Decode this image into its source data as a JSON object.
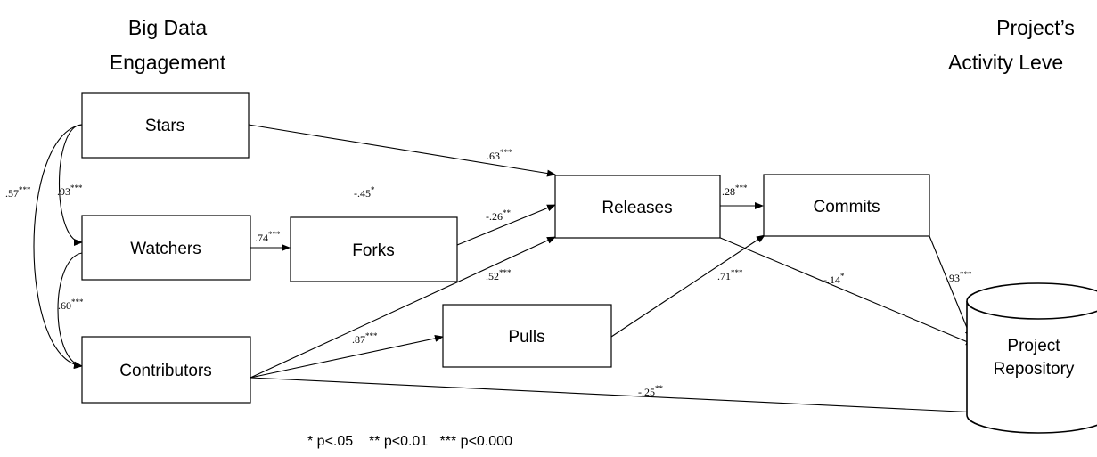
{
  "headers": {
    "left_line1": "Big Data",
    "left_line2": "Engagement",
    "right_line1": "Project’s",
    "right_line2": "Activity Leve"
  },
  "nodes": {
    "stars": "Stars",
    "watchers": "Watchers",
    "contributors": "Contributors",
    "forks": "Forks",
    "releases": "Releases",
    "commits": "Commits",
    "pulls": "Pulls",
    "repository_line1": "Project",
    "repository_line2": "Repository"
  },
  "coefficients": {
    "stars_contributors": {
      "value": ".57",
      "stars": "***"
    },
    "stars_watchers": {
      "value": ".93",
      "stars": "***"
    },
    "watchers_contributors": {
      "value": ".60",
      "stars": "***"
    },
    "watchers_forks": {
      "value": ".74",
      "stars": "***"
    },
    "watchers_releases": {
      "value": "-.45",
      "stars": "*"
    },
    "stars_releases": {
      "value": ".63",
      "stars": "***"
    },
    "forks_releases": {
      "value": "-.26",
      "stars": "**"
    },
    "contributors_releases": {
      "value": ".52",
      "stars": "***"
    },
    "releases_commits": {
      "value": ".28",
      "stars": "***"
    },
    "releases_repository": {
      "value": "-.14",
      "stars": "*"
    },
    "pulls_commits": {
      "value": ".71",
      "stars": "***"
    },
    "commits_repository": {
      "value": ".93",
      "stars": "***"
    },
    "contributors_pulls": {
      "value": ".87",
      "stars": "***"
    },
    "contributors_repository": {
      "value": "-.25",
      "stars": "**"
    }
  },
  "legend": "* p<.05    ** p<0.01   *** p<0.000"
}
